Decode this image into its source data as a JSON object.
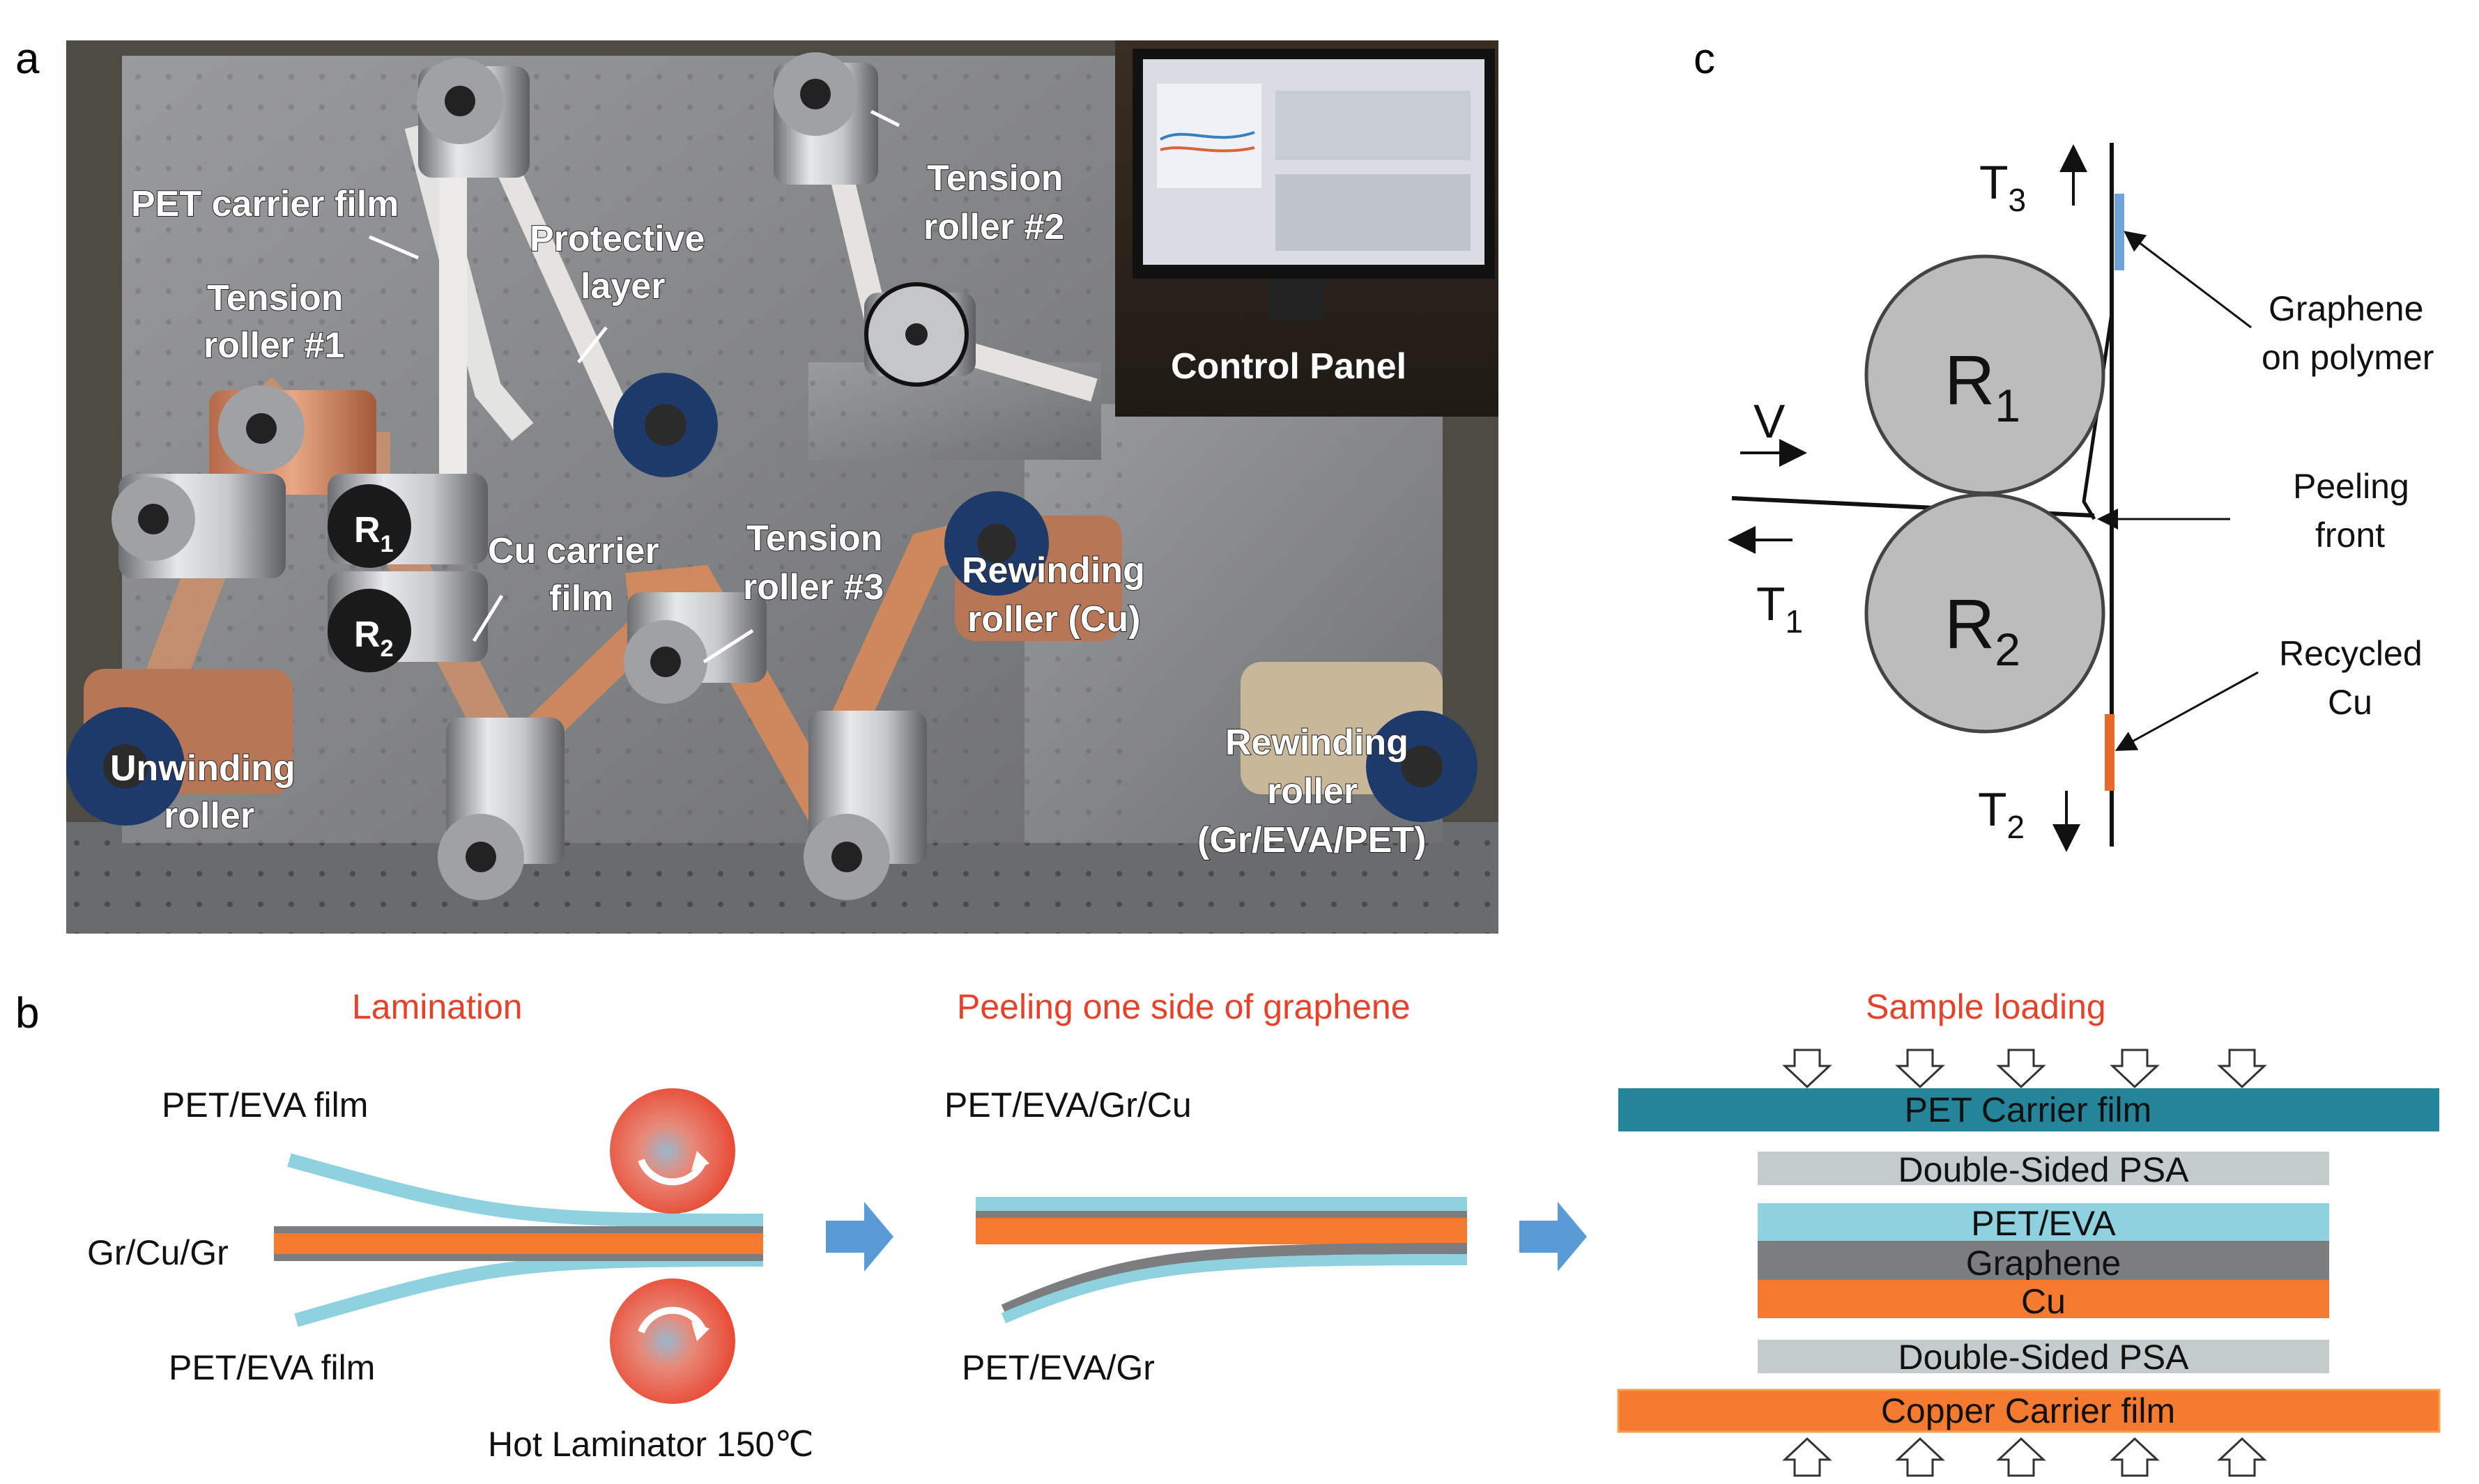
{
  "panels": {
    "a": "a",
    "b": "b",
    "c": "c"
  },
  "panel_a": {
    "labels": {
      "pet_carrier": "PET carrier film",
      "tension1_l1": "Tension",
      "tension1_l2": "roller #1",
      "protective_l1": "Protective",
      "protective_l2": "layer",
      "tension2_l1": "Tension",
      "tension2_l2": "roller #2",
      "control_panel": "Control Panel",
      "r1_main": "R",
      "r1_sub": "1",
      "r2_main": "R",
      "r2_sub": "2",
      "cu_carrier_l1": "Cu carrier",
      "cu_carrier_l2": "film",
      "tension3_l1": "Tension",
      "tension3_l2": "roller #3",
      "rewind_cu_l1": "Rewinding",
      "rewind_cu_l2": "roller (Cu)",
      "unwind_l1": "Unwinding",
      "unwind_l2": "roller",
      "rewind_gr_l1": "Rewinding",
      "rewind_gr_l2": "roller",
      "rewind_gr_l3": "(Gr/EVA/PET)"
    }
  },
  "panel_b": {
    "lamination": {
      "title": "Lamination",
      "top_film": "PET/EVA film",
      "middle": "Gr/Cu/Gr",
      "bottom_film": "PET/EVA film",
      "laminator": "Hot Laminator 150℃"
    },
    "peeling": {
      "title": "Peeling one side of graphene",
      "top": "PET/EVA/Gr/Cu",
      "bottom": "PET/EVA/Gr"
    },
    "loading": {
      "title": "Sample loading",
      "layers": [
        {
          "label": "PET Carrier film",
          "color": "#23849a"
        },
        {
          "label": "Double-Sided PSA",
          "color": "#c4cbcb"
        },
        {
          "label": "PET/EVA",
          "color": "#8fd2df"
        },
        {
          "label": "Graphene",
          "color": "#7b7d7e"
        },
        {
          "label": "Cu",
          "color": "#f47a2f"
        },
        {
          "label": "Double-Sided PSA",
          "color": "#c4cbcb"
        },
        {
          "label": "Copper Carrier film",
          "color": "#f47a2f"
        }
      ]
    },
    "colors": {
      "title_red": "#e8412a",
      "pet_eva": "#8fd2df",
      "graphene": "#7b7d7e",
      "copper": "#f47a2f",
      "arrow_blue": "#5a9bd5",
      "laminator_red": "#e8412a"
    }
  },
  "panel_c": {
    "T3": "T",
    "T3_sub": "3",
    "T1": "T",
    "T1_sub": "1",
    "T2": "T",
    "T2_sub": "2",
    "V": "V",
    "R1": "R",
    "R1_sub": "1",
    "R2": "R",
    "R2_sub": "2",
    "graphene_l1": "Graphene",
    "graphene_l2": "on polymer",
    "peeling_l1": "Peeling",
    "peeling_l2": "front",
    "recycled_l1": "Recycled",
    "recycled_l2": "Cu",
    "colors": {
      "roller": "#bcbcbc",
      "graphene": "#6fa3d8",
      "copper": "#e86a2a"
    }
  }
}
